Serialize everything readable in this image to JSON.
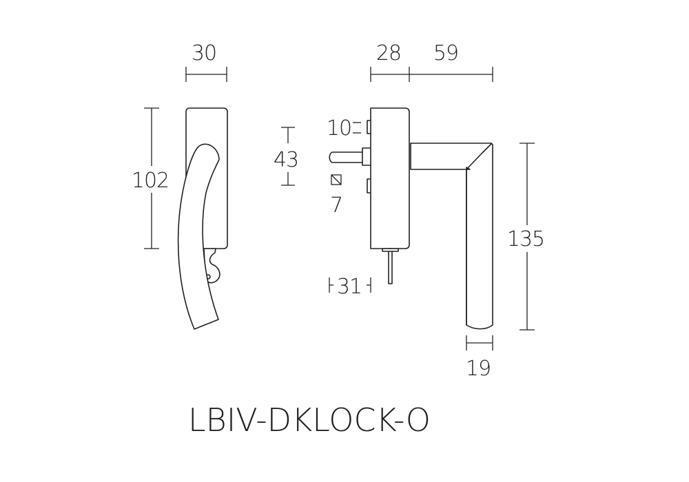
{
  "product_code": "LBIV-DKLOCK-O",
  "dimensions": {
    "front_width": "30",
    "front_height": "102",
    "spindle_offset": "43",
    "screw_gap": "10",
    "spindle_square": "7",
    "key_clearance": "31",
    "rose_depth": "28",
    "lever_projection": "59",
    "lever_length": "135",
    "lever_width": "19"
  },
  "colors": {
    "line": "#231f20",
    "background": "#ffffff"
  }
}
